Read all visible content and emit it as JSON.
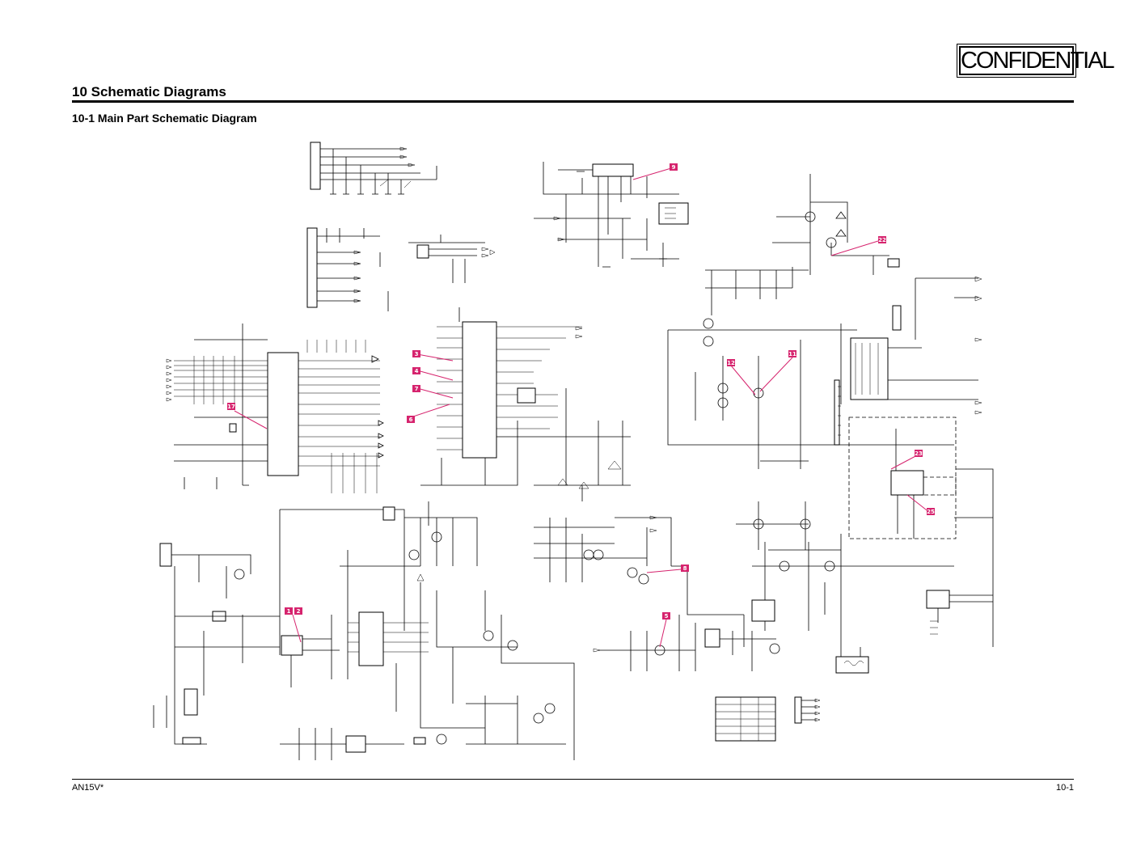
{
  "header": {
    "confidential": "CONFIDENTIAL",
    "section_title": "10 Schematic Diagrams",
    "sub_title": "10-1 Main Part Schematic Diagram"
  },
  "footer": {
    "model": "AN15V*",
    "page": "10-1"
  },
  "markers": [
    "9",
    "22",
    "3",
    "4",
    "7",
    "6",
    "17",
    "12",
    "11",
    "23",
    "25",
    "8",
    "1",
    "2",
    "5"
  ],
  "colors": {
    "marker": "#d6246e",
    "ink": "#000000",
    "background": "#ffffff"
  }
}
